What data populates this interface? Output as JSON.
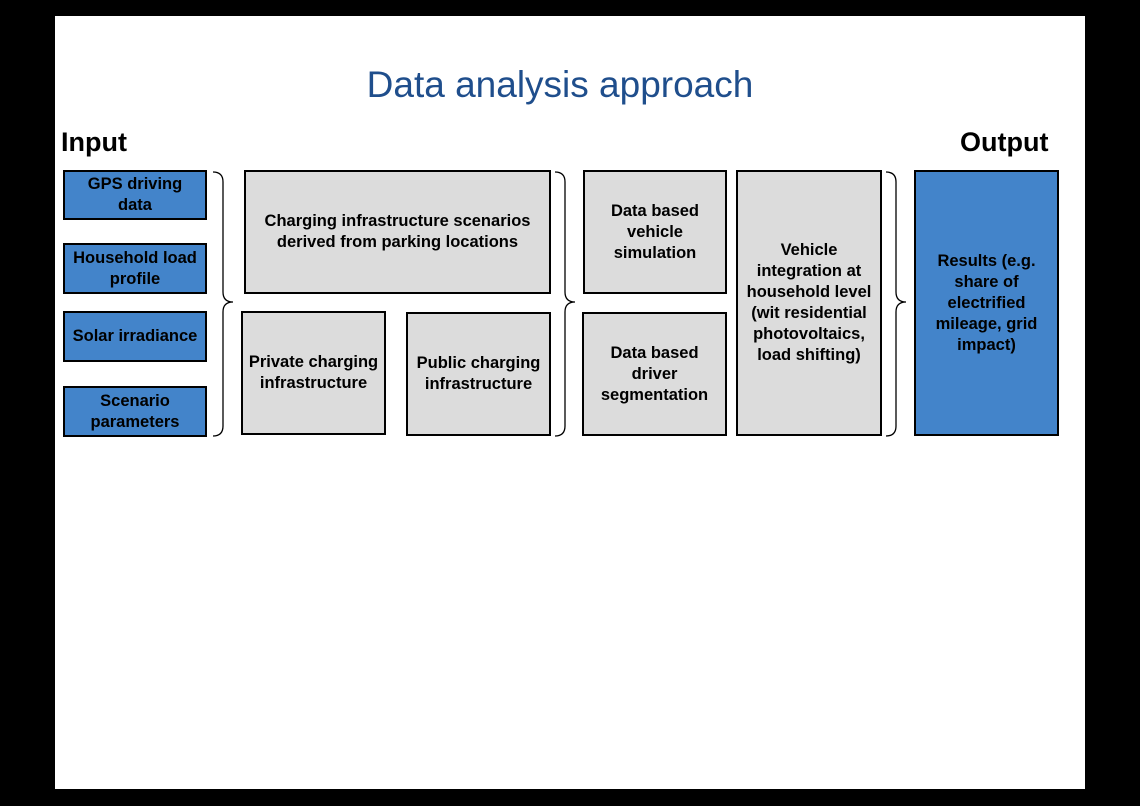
{
  "title": "Data analysis approach",
  "labels": {
    "input": "Input",
    "output": "Output"
  },
  "inputs": [
    {
      "text": "GPS driving data"
    },
    {
      "text": "Household load profile"
    },
    {
      "text": "Solar irradiance"
    },
    {
      "text": "Scenario parameters"
    }
  ],
  "charging": {
    "scenarios": "Charging infrastructure scenarios derived from parking locations",
    "private": "Private charging infrastructure",
    "public": "Public charging infrastructure"
  },
  "analysis": {
    "vehicle_sim": "Data based vehicle simulation",
    "driver_seg": "Data based driver segmentation"
  },
  "integration": "Vehicle integration at household level (wit residential photovoltaics, load shifting)",
  "results": "Results (e.g. share of electrified mileage, grid impact)",
  "colors": {
    "title": "#1f4e8c",
    "input_fill": "#4384ca",
    "process_fill": "#dcdcdc",
    "background": "#000000"
  }
}
